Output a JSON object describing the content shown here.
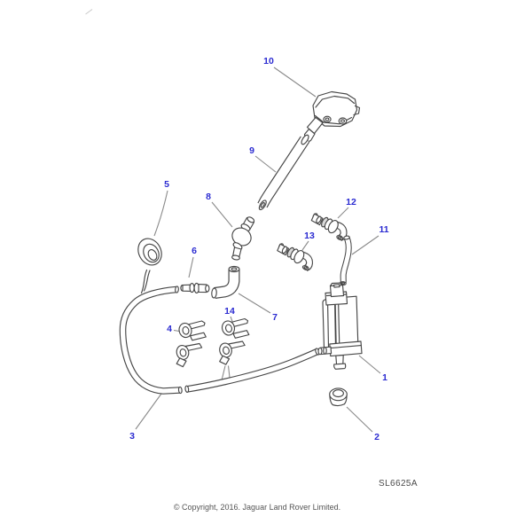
{
  "diagram": {
    "code": "SL6625A",
    "copyright": "© Copyright, 2016. Jaguar Land Rover Limited.",
    "callouts": [
      "1",
      "2",
      "3",
      "4",
      "5",
      "6",
      "7",
      "8",
      "9",
      "10",
      "11",
      "12",
      "13",
      "14"
    ],
    "colors": {
      "callout_blue": "#2b2bd1",
      "line_art": "#474747",
      "leader_gray": "#8a8a8a",
      "footer_text": "#4a4a4a",
      "background": "#ffffff"
    }
  }
}
